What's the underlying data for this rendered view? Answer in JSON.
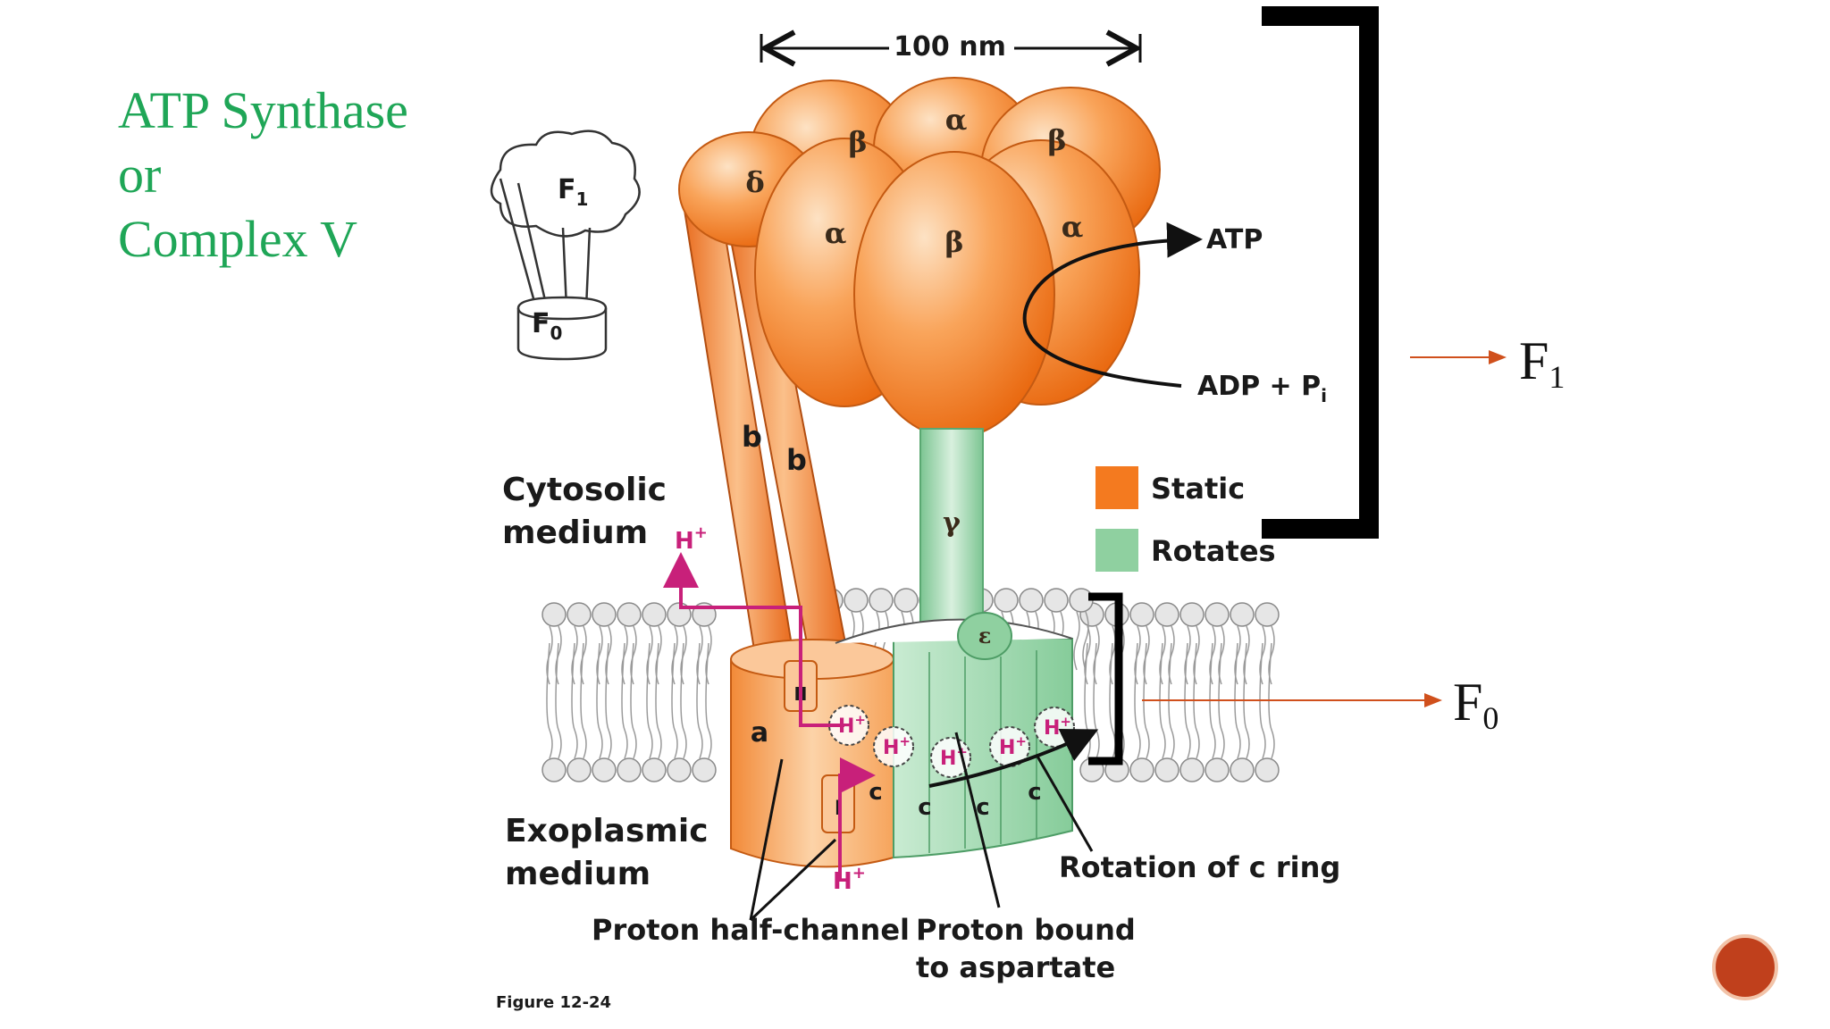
{
  "slide": {
    "title_lines": [
      "ATP Synthase",
      "or",
      "Complex V"
    ],
    "f1_label": {
      "main": "F",
      "sub": "1"
    },
    "f0_label": {
      "main": "F",
      "sub": "0"
    }
  },
  "figure": {
    "scale_bar": "100 nm",
    "inset": {
      "f1_main": "F",
      "f1_sub": "1",
      "f0_main": "F",
      "f0_sub": "0"
    },
    "subunits": {
      "alpha": "α",
      "beta": "β",
      "delta": "δ",
      "gamma": "γ",
      "epsilon": "ε",
      "b": "b",
      "a": "a",
      "c": "c",
      "half_channel_1": "I",
      "half_channel_2": "II"
    },
    "atp": "ATP",
    "adp": {
      "main": "ADP + P",
      "sub": "i"
    },
    "proton": {
      "main": "H",
      "sup": "+"
    },
    "cytosolic": [
      "Cytosolic",
      "medium"
    ],
    "exoplasmic": [
      "Exoplasmic",
      "medium"
    ],
    "legend": [
      {
        "label": "Static",
        "color": "#f47a1f"
      },
      {
        "label": "Rotates",
        "color": "#8fd0a0"
      }
    ],
    "proton_half_channel": "Proton half-channel",
    "proton_bound": [
      "Proton bound",
      "to aspartate"
    ],
    "rotation": "Rotation of c ring",
    "figure_caption": "Figure 12-24"
  },
  "colors": {
    "title": "#1fa657",
    "static": "#f47a1f",
    "rotates": "#8fd0a0",
    "proton": "#c8207a",
    "arrow": "#d0501c"
  }
}
